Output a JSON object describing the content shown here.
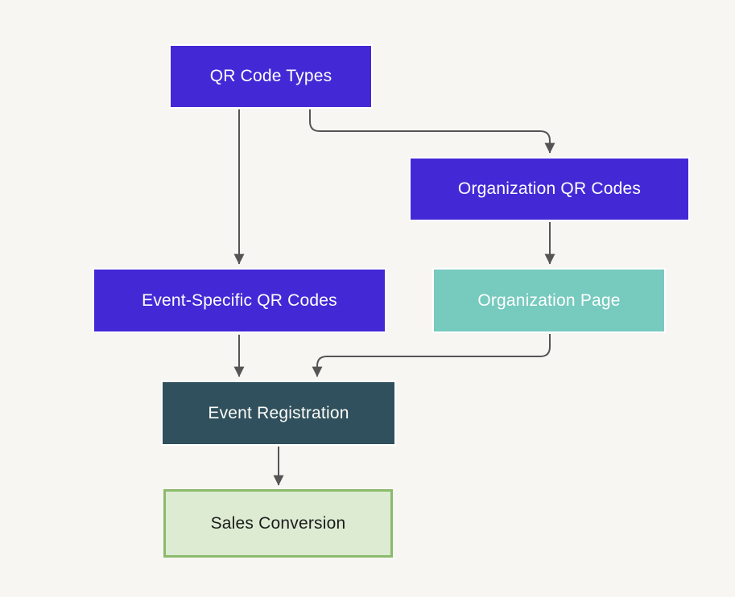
{
  "diagram": {
    "nodes": [
      {
        "id": "qr-code-types",
        "label": "QR Code Types",
        "fill": "#4329d6",
        "border": "#ffffff",
        "text_color": "#ffffff"
      },
      {
        "id": "organization-qr-codes",
        "label": "Organization QR Codes",
        "fill": "#4329d6",
        "border": "#ffffff",
        "text_color": "#ffffff"
      },
      {
        "id": "event-specific-qr-codes",
        "label": "Event-Specific QR Codes",
        "fill": "#4329d6",
        "border": "#ffffff",
        "text_color": "#ffffff"
      },
      {
        "id": "organization-page",
        "label": "Organization Page",
        "fill": "#76cabe",
        "border": "#ffffff",
        "text_color": "#ffffff"
      },
      {
        "id": "event-registration",
        "label": "Event Registration",
        "fill": "#30505d",
        "border": "#ffffff",
        "text_color": "#fdfdf8"
      },
      {
        "id": "sales-conversion",
        "label": "Sales Conversion",
        "fill": "#dcebd2",
        "border": "#8bba6b",
        "text_color": "#1c1c1c"
      }
    ],
    "edges": [
      {
        "from": "qr-code-types",
        "to": "event-specific-qr-codes"
      },
      {
        "from": "qr-code-types",
        "to": "organization-qr-codes"
      },
      {
        "from": "organization-qr-codes",
        "to": "organization-page"
      },
      {
        "from": "event-specific-qr-codes",
        "to": "event-registration"
      },
      {
        "from": "organization-page",
        "to": "event-registration"
      },
      {
        "from": "event-registration",
        "to": "sales-conversion"
      }
    ],
    "colors": {
      "background": "#f8f6f3",
      "connector": "#555555",
      "primary": "#4329d6",
      "teal": "#76cabe",
      "slate": "#30505d",
      "green_fill": "#dcebd2",
      "green_border": "#8bba6b"
    }
  }
}
